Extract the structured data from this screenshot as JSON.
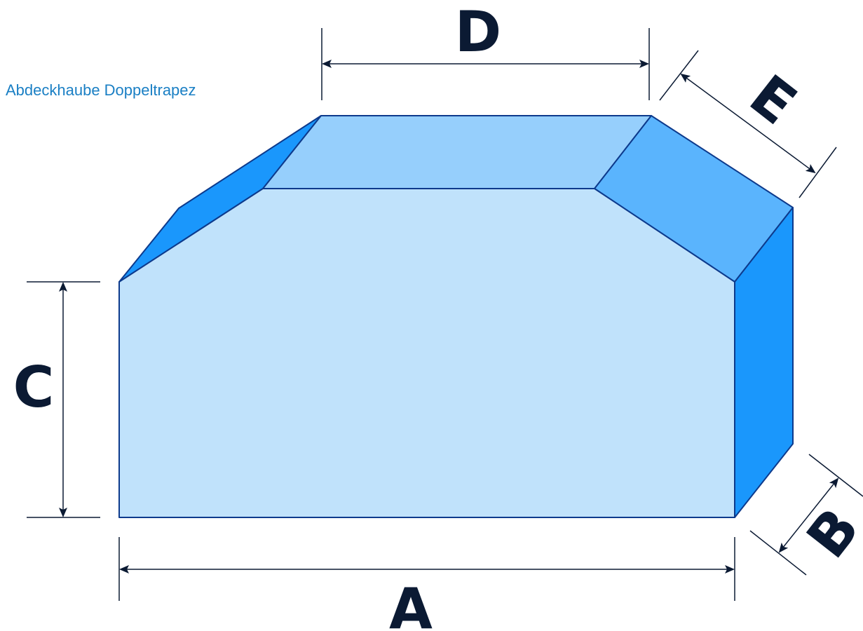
{
  "title": "Abdeckhaube Doppeltrapez",
  "labels": {
    "a": "A",
    "b": "B",
    "c": "C",
    "d": "D",
    "e": "E"
  },
  "colors": {
    "title": "#1a7fc4",
    "front_face": "#c0e2fb",
    "top_face": "#96cffc",
    "right_slope_face": "#5ab4fd",
    "side_face": "#1a97fc",
    "edge": "#0d3a8c",
    "dimension": "#0b1a33"
  }
}
